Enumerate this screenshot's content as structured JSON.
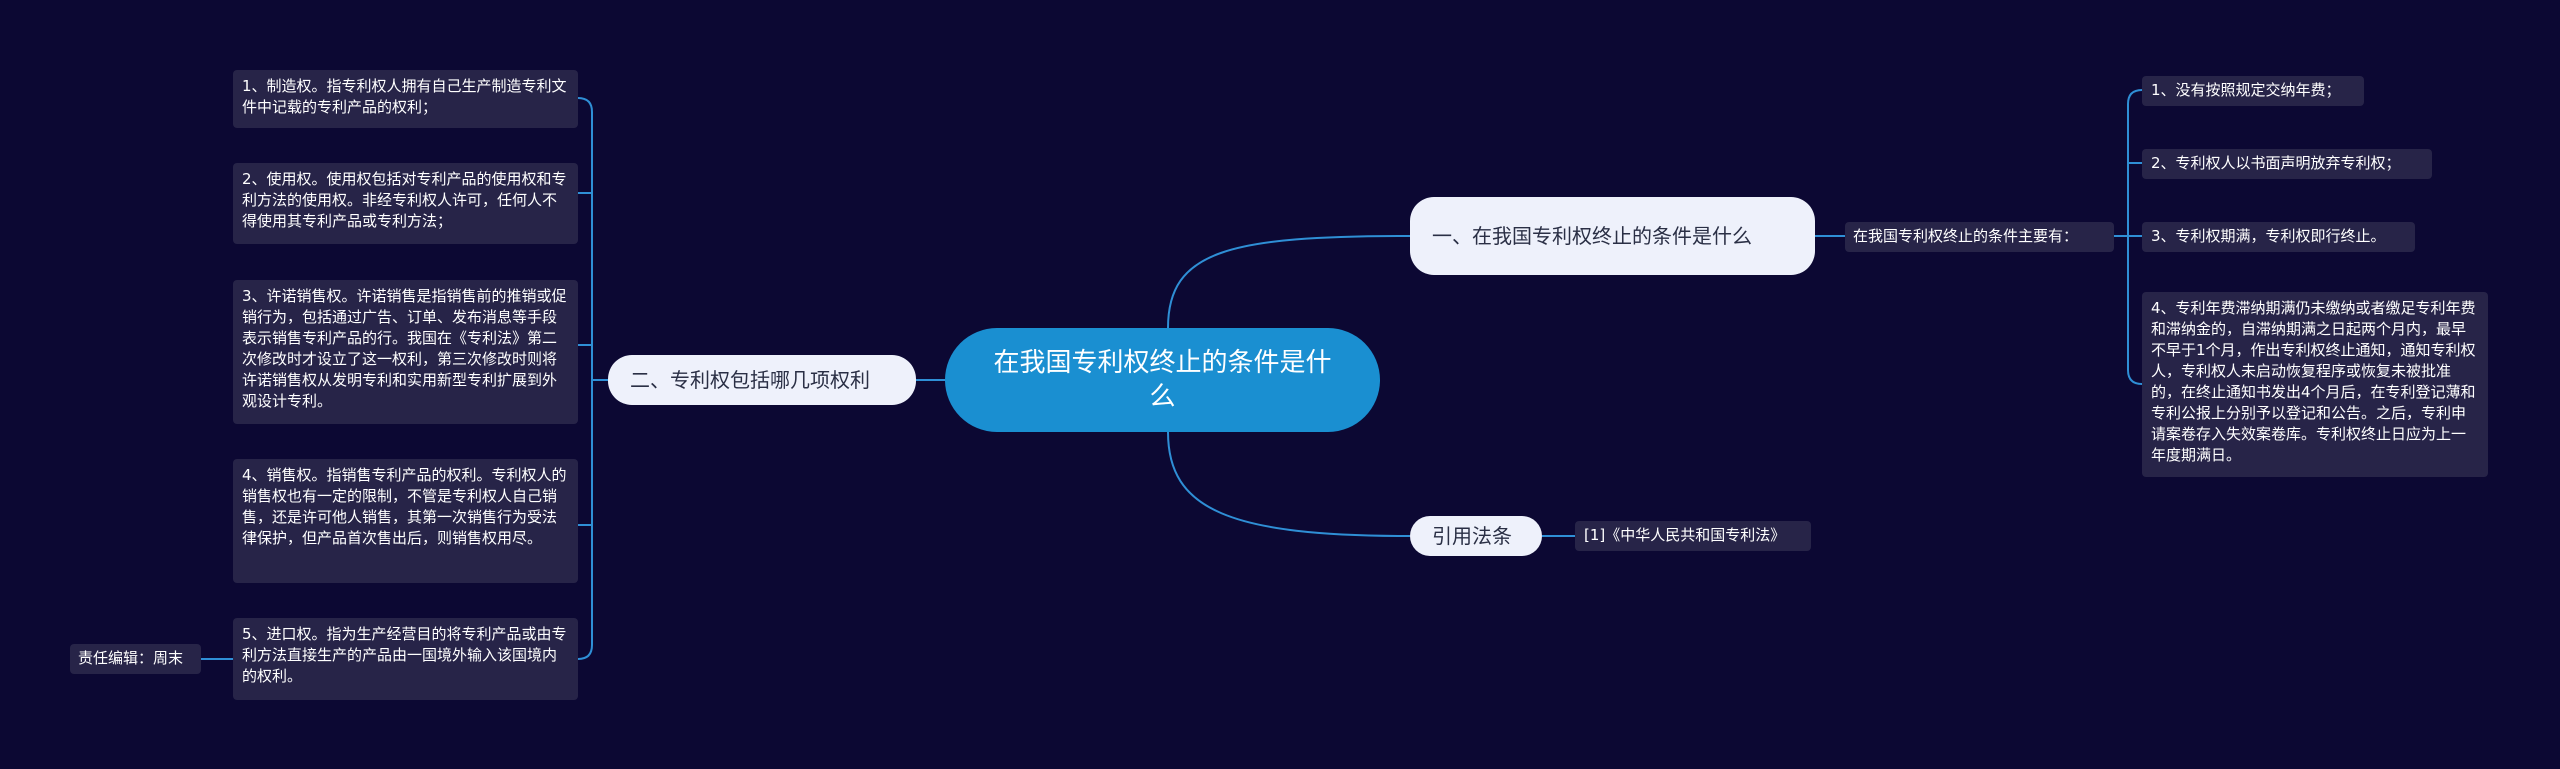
{
  "root": {
    "label": "在我国专利权终止的条件是什么"
  },
  "branch1": {
    "label": "一、在我国专利权终止的条件是什么",
    "summary": "在我国专利权终止的条件主要有：",
    "items": [
      "1、没有按照规定交纳年费；",
      "2、专利权人以书面声明放弃专利权；",
      "3、专利权期满，专利权即行终止。",
      "4、专利年费滞纳期满仍未缴纳或者缴足专利年费和滞纳金的，自滞纳期满之日起两个月内，最早不早于1个月，作出专利权终止通知，通知专利权人，专利权人未启动恢复程序或恢复未被批准的，在终止通知书发出4个月后，在专利登记薄和专利公报上分别予以登记和公告。之后，专利申请案卷存入失效案卷库。专利权终止日应为上一年度期满日。"
    ]
  },
  "branch2": {
    "label": "二、专利权包括哪几项权利",
    "items": [
      "1、制造权。指专利权人拥有自己生产制造专利文件中记载的专利产品的权利；",
      "2、使用权。使用权包括对专利产品的使用权和专利方法的使用权。非经专利权人许可，任何人不得使用其专利产品或专利方法；",
      "3、许诺销售权。许诺销售是指销售前的推销或促销行为，包括通过广告、订单、发布消息等手段表示销售专利产品的行。我国在《专利法》第二次修改时才设立了这一权利，第三次修改时则将许诺销售权从发明专利和实用新型专利扩展到外观设计专利。",
      "4、销售权。指销售专利产品的权利。专利权人的销售权也有一定的限制，不管是专利权人自己销售，还是许可他人销售，其第一次销售行为受法律保护，但产品首次售出后，则销售权用尽。",
      "5、进口权。指为生产经营目的将专利产品或由专利方法直接生产的产品由一国境外输入该国境内的权利。"
    ],
    "editor": "责任编辑：周末"
  },
  "branch3": {
    "label": "引用法条",
    "items": [
      "[1]《中华人民共和国专利法》"
    ]
  },
  "colors": {
    "background": "#0c0833",
    "root": "#1a8fd1",
    "branch": "#eef1fb",
    "leaf": "#272448",
    "link": "#2f8fd6"
  }
}
